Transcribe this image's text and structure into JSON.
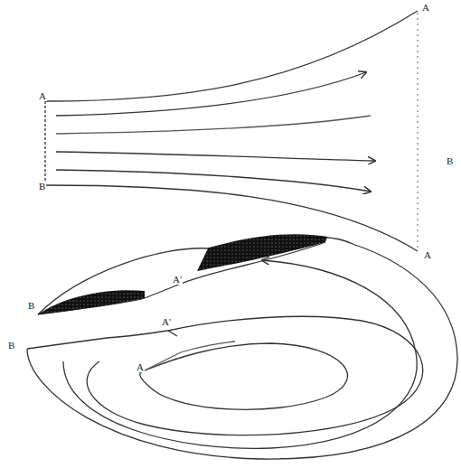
{
  "diagram": {
    "labels": [
      "A",
      "B",
      "A",
      "B",
      "A",
      "B",
      "A'",
      "A'",
      "B",
      "A"
    ]
  }
}
